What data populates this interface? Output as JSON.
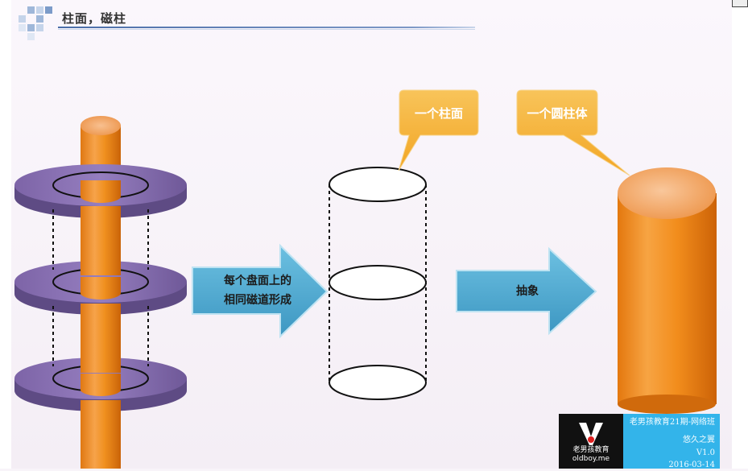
{
  "slide": {
    "title": "柱面，磁柱"
  },
  "callouts": {
    "cylinder_surface": "一个柱面",
    "solid_cylinder": "一个圆柱体"
  },
  "arrows": {
    "formation_line1": "每个盘面上的",
    "formation_line2": "相同磁道形成",
    "abstraction": "抽象"
  },
  "watermark": {
    "logo_text_line1": "老男孩教育",
    "logo_text_line2": "oldboy.me",
    "course": "老男孩教育21期-网络班",
    "author": "悠久之翼",
    "version": "V1.0",
    "date": "2016-03-14"
  },
  "colors": {
    "platter": "#8c72b3",
    "spindle": "#ef8b1f",
    "arrow": "#4ea9cf",
    "callout": "#f5b230",
    "brand": "#33b4ea"
  }
}
